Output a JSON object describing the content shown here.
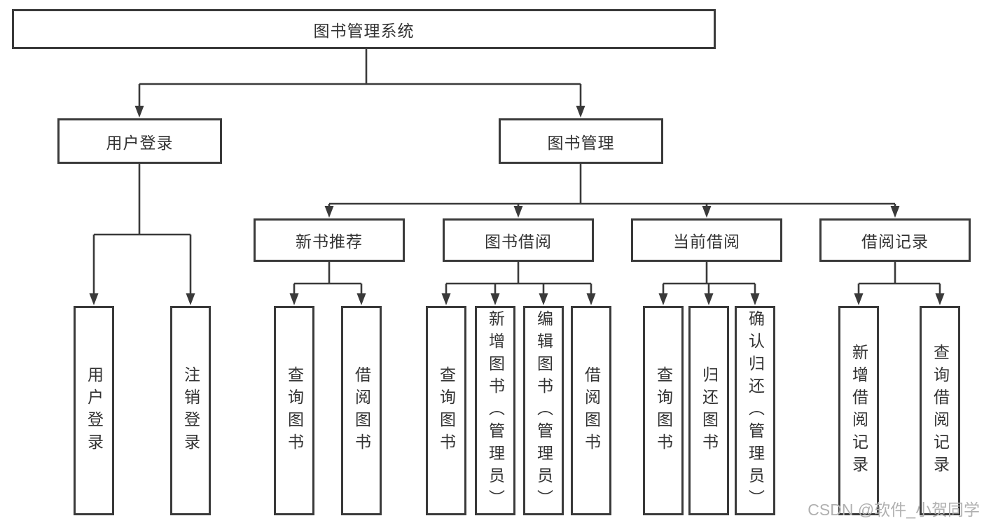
{
  "colors": {
    "ink": "#3a3a3a",
    "text": "#333333",
    "watermark": "#b0b0b0",
    "background": "#ffffff"
  },
  "watermark": "CSDN @软件_小贺同学",
  "tree": {
    "root": "图书管理系统",
    "login": {
      "label": "用户登录",
      "children": [
        "用户登录",
        "注销登录"
      ]
    },
    "mgmt": {
      "label": "图书管理",
      "groups": [
        {
          "label": "新书推荐",
          "children": [
            "查询图书",
            "借阅图书"
          ]
        },
        {
          "label": "图书借阅",
          "children": [
            "查询图书",
            "新增图书（管理员）",
            "编辑图书（管理员）",
            "借阅图书"
          ]
        },
        {
          "label": "当前借阅",
          "children": [
            "查询图书",
            "归还图书",
            "确认归还（管理员）"
          ]
        },
        {
          "label": "借阅记录",
          "children": [
            "新增借阅记录",
            "查询借阅记录"
          ]
        }
      ]
    }
  }
}
